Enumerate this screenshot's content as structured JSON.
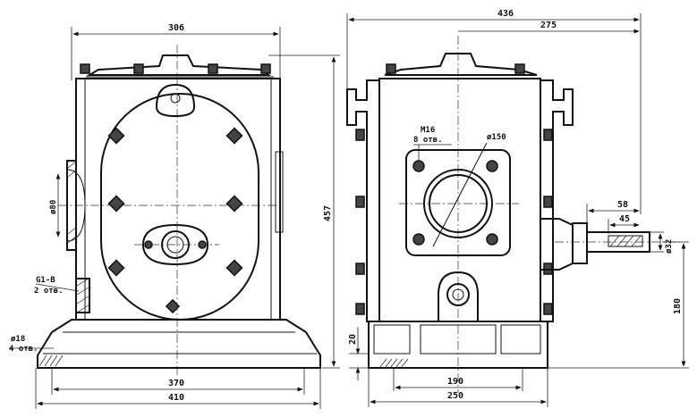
{
  "left_view": {
    "dim_width_top": "306",
    "dim_height": "457",
    "dim_hole_dia": "ø80",
    "thread_label": "G1-B",
    "thread_count": "2 отв.",
    "bolt_hole_label": "ø18",
    "bolt_hole_count": "4 отв.",
    "dim_base_inner": "370",
    "dim_base_outer": "410"
  },
  "right_view": {
    "dim_overall_width": "436",
    "dim_to_shaft": "275",
    "thread_m": "M16",
    "thread_m_count": "8 отв.",
    "flange_dia": "ø150",
    "dim_shaft_len": "58",
    "dim_key_len": "45",
    "shaft_dia": "ø32",
    "dim_base_height": "20",
    "dim_center_height": "180",
    "dim_base_inner": "190",
    "dim_base_outer": "250"
  }
}
